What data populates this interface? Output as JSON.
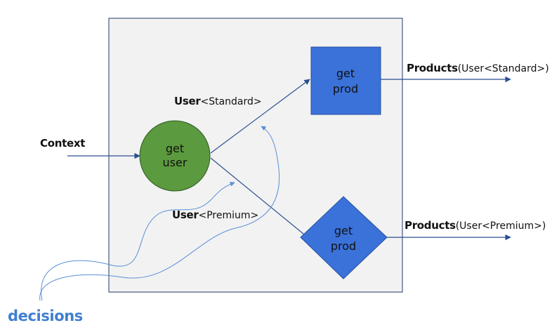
{
  "colors": {
    "frame_fill": "#f2f2f2",
    "frame_stroke": "#1f3a6b",
    "arrow": "#2a4f8f",
    "curve": "#5a8fd6",
    "get_user_fill": "#5b9a3e",
    "get_user_stroke": "#2f5a24",
    "get_prod_fill": "#3b72d9",
    "get_prod_stroke": "#2550a0",
    "decisions_text": "#3f7fd0"
  },
  "nodes": {
    "get_user": {
      "line1": "get",
      "line2": "user",
      "shape": "circle"
    },
    "get_prod_standard": {
      "line1": "get",
      "line2": "prod",
      "shape": "rectangle"
    },
    "get_prod_premium": {
      "line1": "get",
      "line2": "prod",
      "shape": "diamond"
    }
  },
  "labels": {
    "context": "Context",
    "user_standard": {
      "bold": "User",
      "rest": "<Standard>"
    },
    "user_premium": {
      "bold": "User",
      "rest": "<Premium>"
    },
    "products_standard": {
      "bold": "Products",
      "rest": "(User<Standard>)"
    },
    "products_premium": {
      "bold": "Products",
      "rest": "(User<Premium>)"
    },
    "decisions": "decisions"
  }
}
